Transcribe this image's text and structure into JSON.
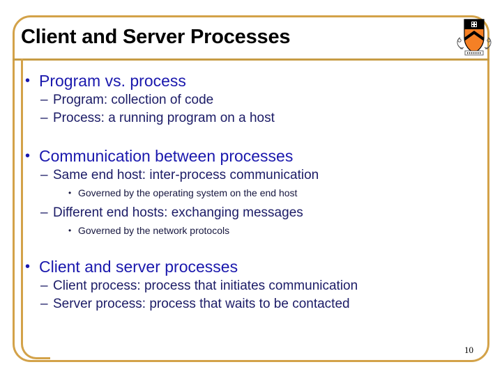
{
  "slide": {
    "title": "Client and Server Processes",
    "page_number": "10",
    "frame_color": "#d3a249",
    "title_color": "#000000",
    "level1_color": "#1a18ad",
    "level2_color": "#1b1b66",
    "level3_color": "#16163f"
  },
  "logo": {
    "name": "princeton-shield-logo",
    "shield_orange": "#F58025",
    "shield_black": "#000000",
    "crest_text": "1746"
  },
  "bullets": {
    "b1": "Program vs. process",
    "b1s1": "Program: collection of code",
    "b1s2": "Process: a running program on a host",
    "b2": "Communication between processes",
    "b2s1": "Same end host: inter-process communication",
    "b2s1a": "Governed by the operating system on the end host",
    "b2s2": "Different end hosts: exchanging messages",
    "b2s2a": "Governed by the network protocols",
    "b3": "Client and server processes",
    "b3s1": "Client process: process that initiates communication",
    "b3s2": "Server process: process that waits to be contacted"
  },
  "markers": {
    "disc": "•",
    "dash": "–",
    "small_disc": "•"
  }
}
